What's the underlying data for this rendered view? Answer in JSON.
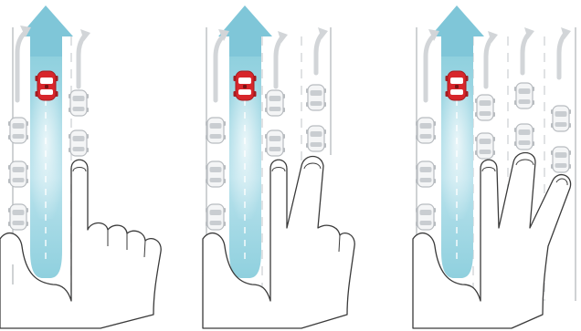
{
  "panels": [
    {
      "gesture": "one-finger",
      "fingers": 1,
      "lanes_shown": 2
    },
    {
      "gesture": "two-finger",
      "fingers": 2,
      "lanes_shown": 3
    },
    {
      "gesture": "three-finger",
      "fingers": 3,
      "lanes_shown": 4
    }
  ],
  "colors": {
    "highlight_lane": "#8fd0de",
    "highlight_lane_light": "#e4f4f8",
    "highlight_arrow": "#7fc6d8",
    "ego_car": "#d7262b",
    "other_car": "#cfd3d6",
    "lane_arrow": "#d2d5d8",
    "road_line": "#bfc3c6",
    "hand_outline": "#3a3a3a",
    "hand_fill": "#ffffff"
  },
  "icons": [
    "red-car-icon",
    "gray-car-icon",
    "lane-arrow-icon",
    "hand-gesture-icon"
  ]
}
